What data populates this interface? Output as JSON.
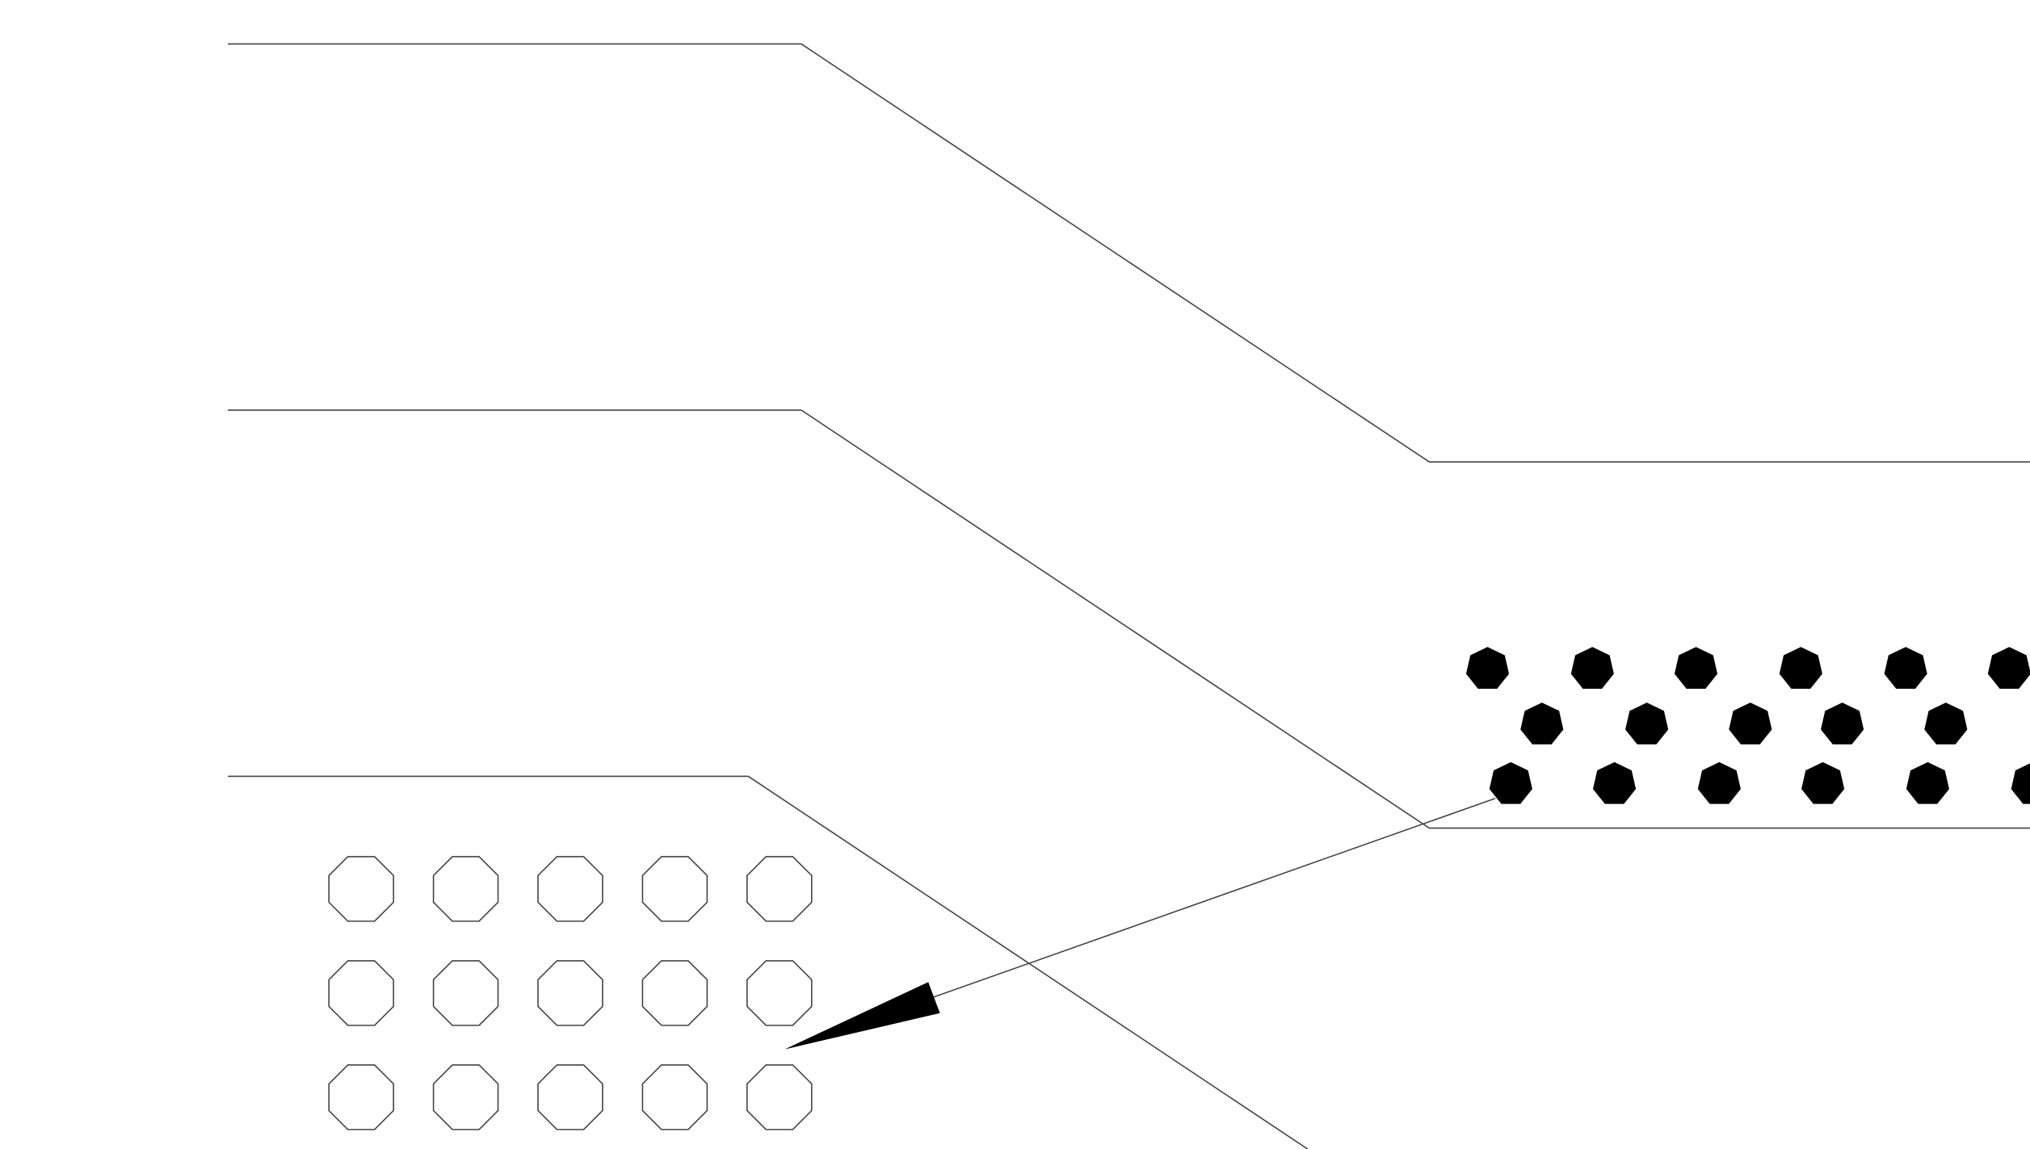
{
  "colors": {
    "background": "#ffffff",
    "stroke": "#444444",
    "fill_dark": "#000000"
  },
  "elements": {
    "boundary_lines": 3,
    "outline_octagon_grid": {
      "rows": 3,
      "columns": 5
    },
    "filled_heptagon_band": {
      "rows": 3
    },
    "arrow": {
      "direction": "lower-left",
      "head": "filled-wedge"
    }
  }
}
